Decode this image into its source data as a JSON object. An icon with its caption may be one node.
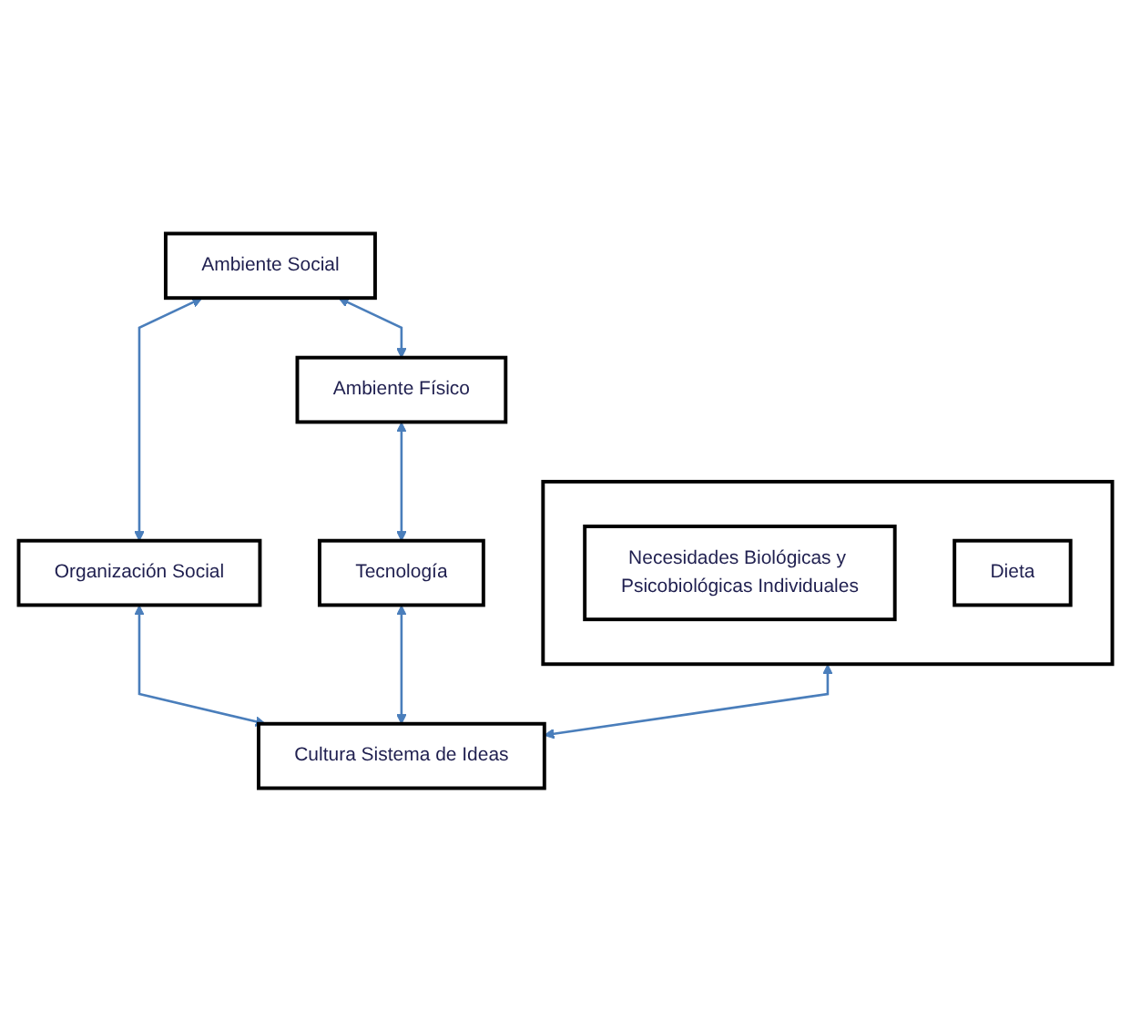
{
  "diagram": {
    "nodes": [
      {
        "text": [
          "Ambiente Social"
        ]
      },
      {
        "text": [
          "Ambiente Físico"
        ]
      },
      {
        "text": [],
        "shape": "box"
      },
      {
        "text": [
          "Necesidades Biológicas y Psicobiológicas Individuales"
        ],
        "in": 2
      },
      {
        "text": [
          "Dieta"
        ],
        "in": 2
      },
      {
        "text": [
          "Organización Social"
        ]
      },
      {
        "text": [
          "Tecnología"
        ]
      },
      {
        "text": [
          "Cultura Sistema de Ideas"
        ]
      }
    ],
    "edges": [
      {
        "from": 0,
        "to": 1,
        "arrow": "both"
      },
      {
        "from": 0,
        "to": 5,
        "arrow": "both"
      },
      {
        "from": 1,
        "to": 6,
        "arrow": "both"
      },
      {
        "from": 2,
        "to": 7,
        "arrow": "both"
      },
      {
        "from": 5,
        "to": 7,
        "arrow": "both"
      },
      {
        "from": 6,
        "to": 7,
        "arrow": "both"
      }
    ]
  }
}
